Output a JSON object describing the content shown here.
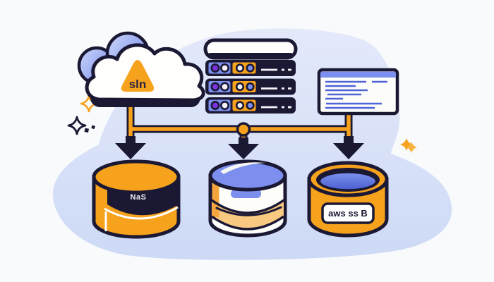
{
  "diagram": {
    "cloud_badge_label": "sln",
    "nas_cylinder_label": "NaS",
    "aws_cylinder_label": "aws ss B"
  },
  "icons": [
    "cloud-icon",
    "server-rack-icon",
    "code-window-icon",
    "nas-cylinder-icon",
    "cloud-db-cylinder-icon",
    "aws-bucket-icon",
    "arrow-down-icon",
    "junction-node",
    "sparkle-icon"
  ],
  "colors": {
    "accent-orange": "#F6A21D",
    "orange-deep": "#F3A53B",
    "orange-light": "#F8C981",
    "dark-navy": "#1B1834",
    "periwinkle": "#7C8FEE",
    "line-blue": "#4E63D6",
    "purple": "#7A33DC",
    "background-blob": "#D5DFF7",
    "page-bg": "#F9FAFC"
  }
}
